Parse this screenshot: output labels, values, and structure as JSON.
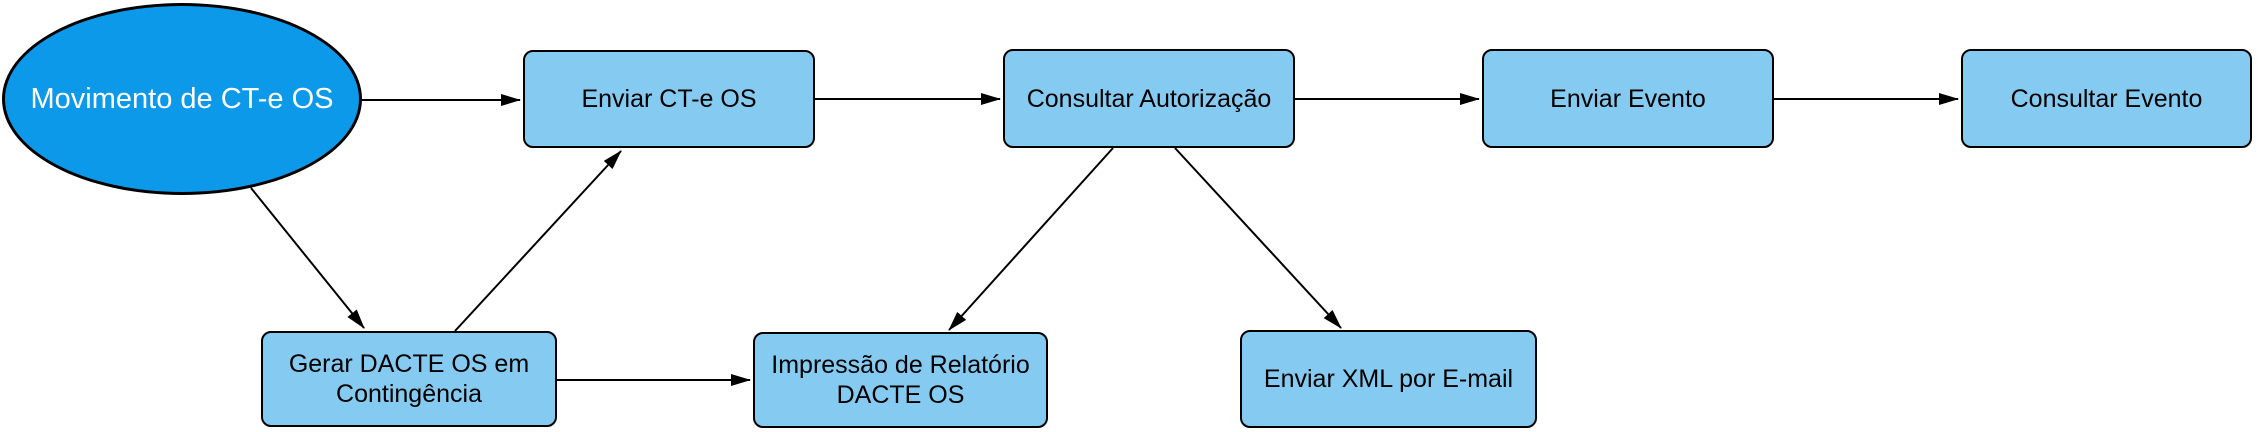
{
  "diagram": {
    "type": "flowchart",
    "colors": {
      "start_fill": "#0d99e9",
      "start_text": "#ffffff",
      "node_fill": "#85caf0",
      "node_text": "#000000",
      "border": "#000000",
      "edge": "#000000"
    },
    "nodes": {
      "start": {
        "shape": "ellipse",
        "label": "Movimento de CT-e OS"
      },
      "enviar_cte_os": {
        "shape": "rounded-rect",
        "label": "Enviar CT-e OS"
      },
      "consultar_autorizacao": {
        "shape": "rounded-rect",
        "label": "Consultar Autorização"
      },
      "enviar_evento": {
        "shape": "rounded-rect",
        "label": "Enviar Evento"
      },
      "consultar_evento": {
        "shape": "rounded-rect",
        "label": "Consultar Evento"
      },
      "gerar_dacte": {
        "shape": "rounded-rect",
        "label": "Gerar DACTE OS em Contingência"
      },
      "impressao_relatorio": {
        "shape": "rounded-rect",
        "label": "Impressão de Relatório DACTE OS"
      },
      "enviar_xml": {
        "shape": "rounded-rect",
        "label": "Enviar XML por E-mail"
      }
    },
    "edges": [
      {
        "from": "start",
        "to": "enviar_cte_os"
      },
      {
        "from": "enviar_cte_os",
        "to": "consultar_autorizacao"
      },
      {
        "from": "consultar_autorizacao",
        "to": "enviar_evento"
      },
      {
        "from": "enviar_evento",
        "to": "consultar_evento"
      },
      {
        "from": "start",
        "to": "gerar_dacte"
      },
      {
        "from": "gerar_dacte",
        "to": "enviar_cte_os"
      },
      {
        "from": "gerar_dacte",
        "to": "impressao_relatorio"
      },
      {
        "from": "consultar_autorizacao",
        "to": "impressao_relatorio"
      },
      {
        "from": "consultar_autorizacao",
        "to": "enviar_xml"
      }
    ]
  }
}
